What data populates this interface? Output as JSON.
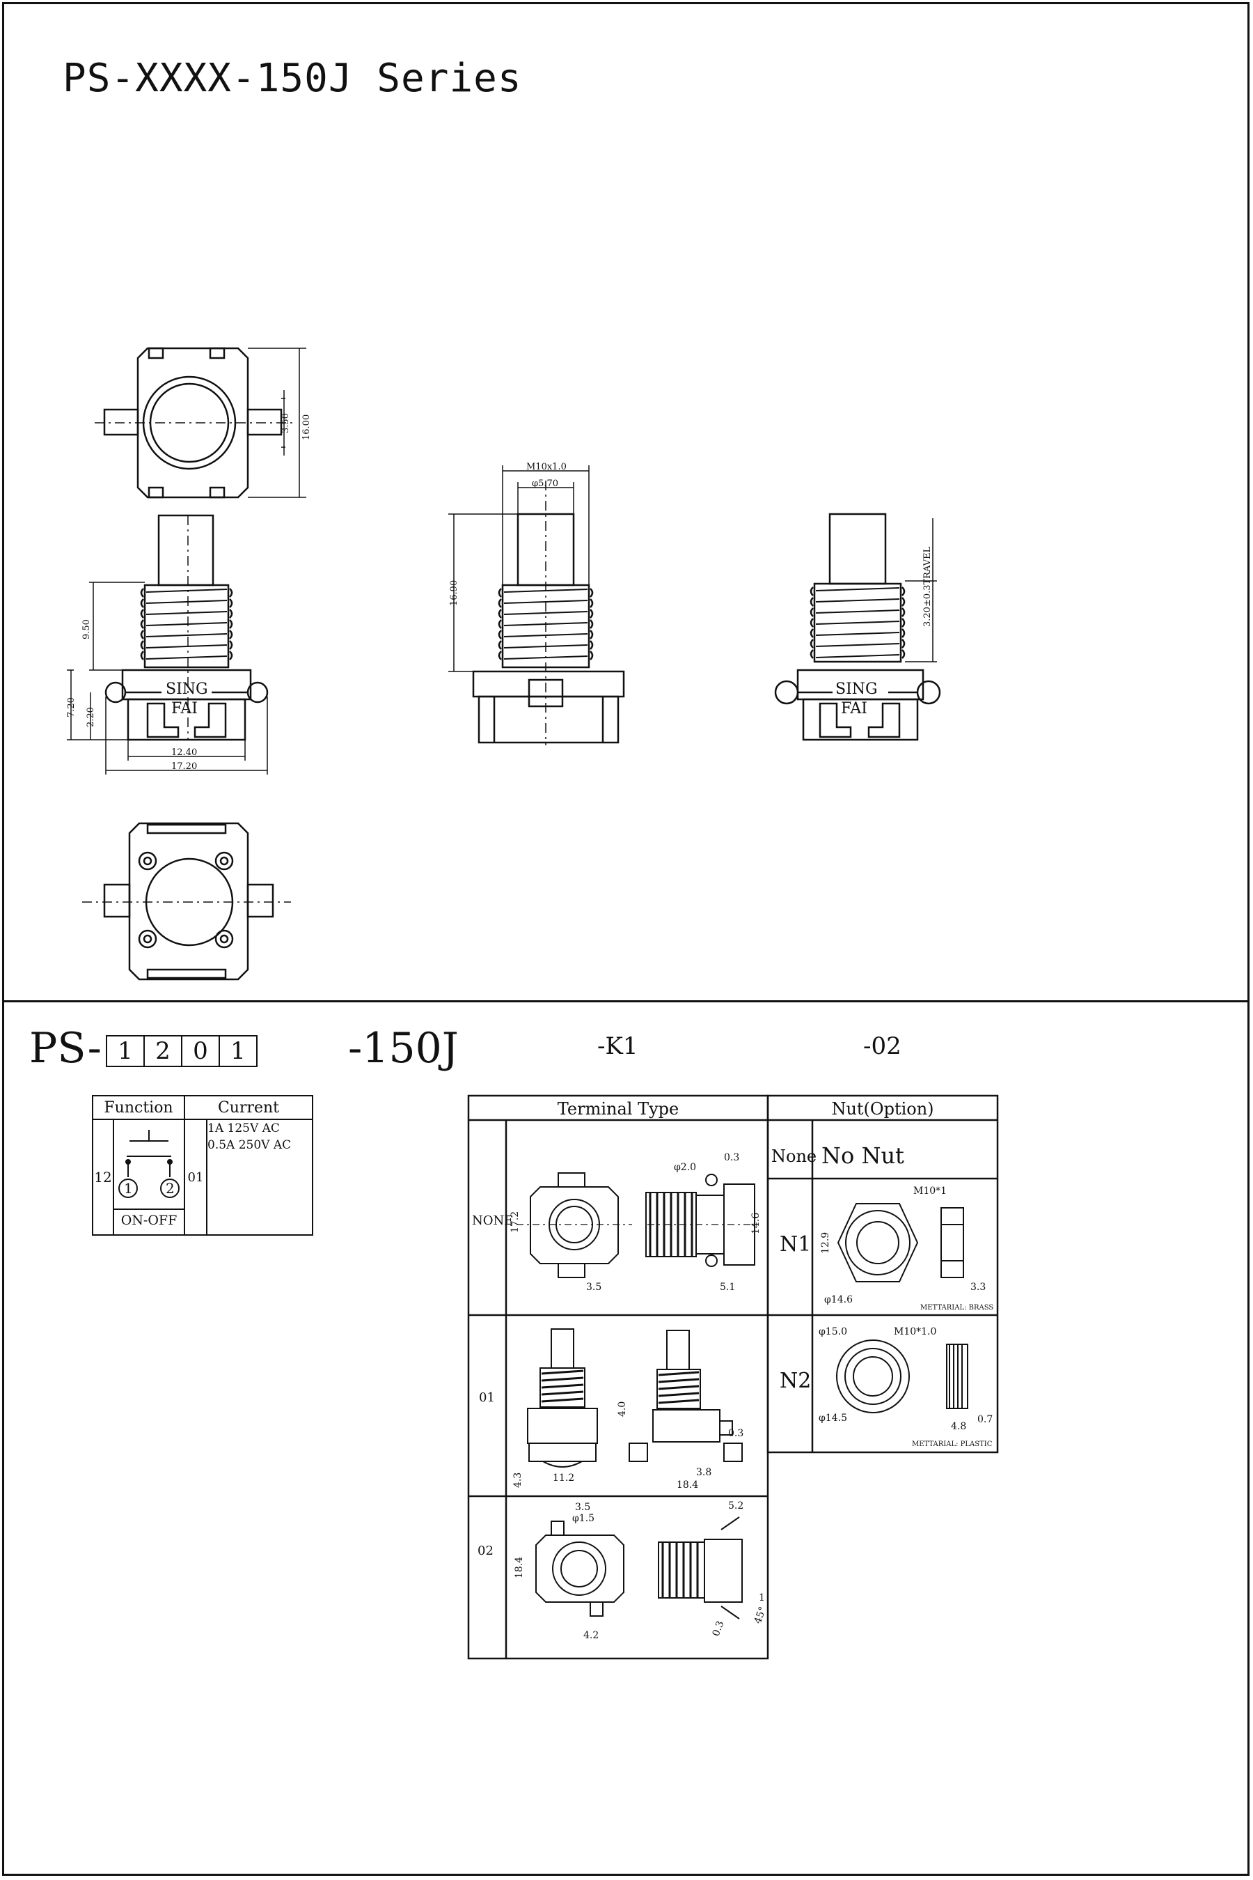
{
  "title": "PS-XXXX-150J Series",
  "brand": {
    "line1": "SING",
    "line2": "FAI"
  },
  "dims": {
    "d350": "3.50",
    "d1600": "16.00",
    "d950": "9.50",
    "d720": "7.20",
    "d220": "2.20",
    "d1240": "12.40",
    "d1720": "17.20",
    "m10": "M10x1.0",
    "phi570": "φ5.70",
    "d1690": "16.90",
    "travel": "3.20±0.3TRAVEL"
  },
  "part_number": {
    "prefix": "PS-",
    "digits": [
      "1",
      "2",
      "0",
      "1"
    ],
    "suffix1": "-150J",
    "suffix2": "-K1",
    "suffix3": "-02"
  },
  "function_table": {
    "h_function": "Function",
    "h_current": "Current",
    "code": "12",
    "label": "ON-OFF",
    "terminal1": "1",
    "terminal2": "2",
    "current_code": "01",
    "current_1": "1A 125V AC",
    "current_2": "0.5A 250V AC"
  },
  "terminal_table": {
    "h_terminal": "Terminal Type",
    "h_nut": "Nut(Option)",
    "rows": [
      "NONE",
      "01",
      "02"
    ],
    "nut_none_code": "None",
    "nut_none_label": "No Nut",
    "nut_n1": "N1",
    "nut_n2": "N2",
    "none_dims": {
      "a": "17.2",
      "b": "3.5",
      "c": "φ2.0",
      "d": "0.3",
      "e": "14.6",
      "f": "5.1"
    },
    "r01_dims": {
      "a": "4.0",
      "b": "4.3",
      "c": "11.2",
      "d": "0.3",
      "e": "3.8",
      "f": "18.4"
    },
    "r02_dims": {
      "a": "3.5",
      "b": "φ1.5",
      "c": "18.4",
      "d": "4.2",
      "e": "5.2",
      "f": "0.3",
      "g": "45°",
      "h": "1"
    },
    "n1_dims": {
      "a": "M10*1",
      "b": "12.9",
      "c": "φ14.6",
      "d": "3.3",
      "material": "METTARIAL: BRASS"
    },
    "n2_dims": {
      "a": "φ15.0",
      "b": "M10*1.0",
      "c": "φ14.5",
      "d": "4.8",
      "e": "0.7",
      "material": "METTARIAL: PLASTIC"
    }
  }
}
